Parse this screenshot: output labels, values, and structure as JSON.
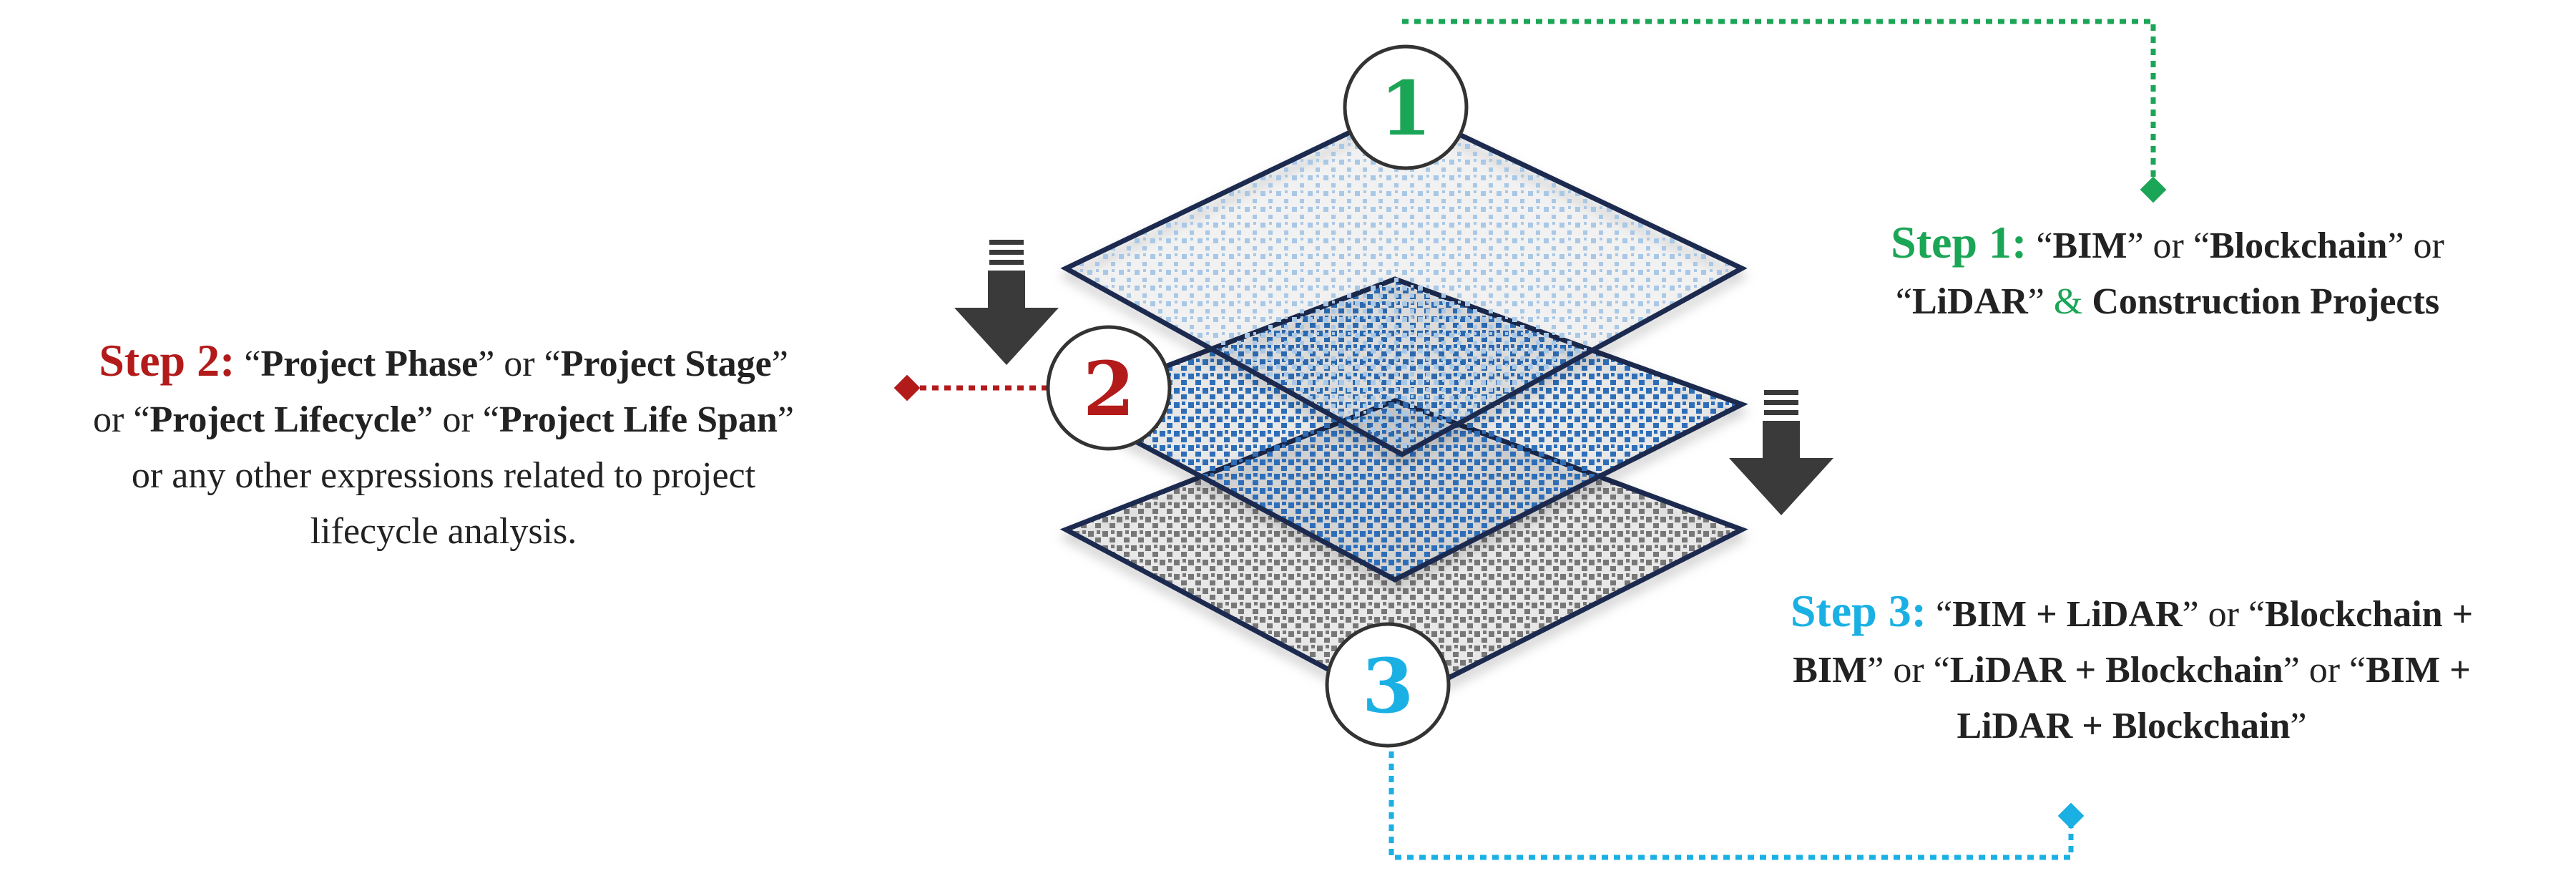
{
  "colors": {
    "step1": "#1ba556",
    "step2": "#b31b1b",
    "step3": "#1ab0e3",
    "layer_border": "#1d2b4f",
    "layer1_dots": "#a9c8e6",
    "layer2_dots": "#2f6eb8",
    "layer3_dots": "#777777",
    "arrow": "#3a3a3a",
    "text": "#222222"
  },
  "icons": [
    "down-arrow-icon",
    "diamond-marker-icon"
  ],
  "layers": [
    {
      "number": "1",
      "pattern": "light-blue-dots"
    },
    {
      "number": "2",
      "pattern": "blue-dots"
    },
    {
      "number": "3",
      "pattern": "grey-dots"
    }
  ],
  "steps": {
    "step1": {
      "label": "Step 1:",
      "line1": [
        {
          "t": "“",
          "s": "n"
        },
        {
          "t": "BIM",
          "s": "b"
        },
        {
          "t": "” or “",
          "s": "n"
        },
        {
          "t": "Blockchain",
          "s": "b"
        },
        {
          "t": "” or",
          "s": "n"
        }
      ],
      "line2": [
        {
          "t": "“",
          "s": "n"
        },
        {
          "t": "LiDAR",
          "s": "b"
        },
        {
          "t": "” ",
          "s": "n"
        },
        {
          "t": "&",
          "s": "c"
        },
        {
          "t": " Construction Projects",
          "s": "b"
        }
      ]
    },
    "step2": {
      "label": "Step 2:",
      "line1": [
        {
          "t": "“",
          "s": "n"
        },
        {
          "t": "Project Phase",
          "s": "b"
        },
        {
          "t": "” or “",
          "s": "n"
        },
        {
          "t": "Project Stage",
          "s": "b"
        },
        {
          "t": "”",
          "s": "n"
        }
      ],
      "line2": [
        {
          "t": "or “",
          "s": "n"
        },
        {
          "t": "Project Lifecycle",
          "s": "b"
        },
        {
          "t": "” or “",
          "s": "n"
        },
        {
          "t": "Project Life Span",
          "s": "b"
        },
        {
          "t": "”",
          "s": "n"
        }
      ],
      "line3": [
        {
          "t": "or any other expressions related to project",
          "s": "n"
        }
      ],
      "line4": [
        {
          "t": "lifecycle analysis.",
          "s": "n"
        }
      ]
    },
    "step3": {
      "label": "Step 3:",
      "line1": [
        {
          "t": "“",
          "s": "n"
        },
        {
          "t": "BIM + LiDAR",
          "s": "b"
        },
        {
          "t": "” or “",
          "s": "n"
        },
        {
          "t": "Blockchain +",
          "s": "b"
        }
      ],
      "line2": [
        {
          "t": "BIM",
          "s": "b"
        },
        {
          "t": "” or “",
          "s": "n"
        },
        {
          "t": "LiDAR + Blockchain",
          "s": "b"
        },
        {
          "t": "” or “",
          "s": "n"
        },
        {
          "t": "BIM +",
          "s": "b"
        }
      ],
      "line3": [
        {
          "t": "LiDAR + Blockchain",
          "s": "b"
        },
        {
          "t": "”",
          "s": "n"
        }
      ]
    }
  }
}
